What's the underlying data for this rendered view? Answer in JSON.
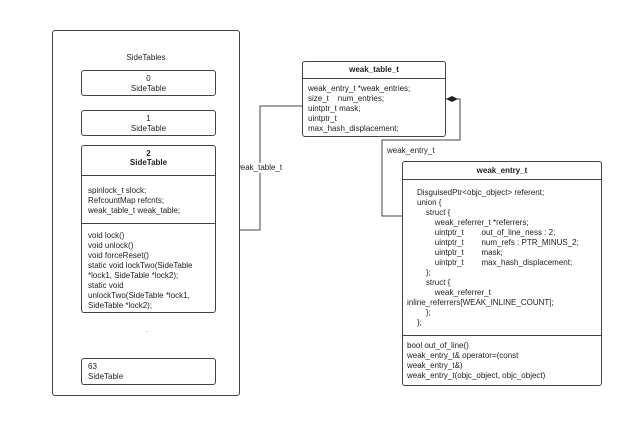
{
  "side_tables": {
    "title": "SideTables",
    "entry0": {
      "index": "0",
      "name": "SideTable"
    },
    "entry1": {
      "index": "1",
      "name": "SideTable"
    },
    "entry2": {
      "header": [
        "2",
        "SideTable"
      ],
      "fields": [
        "spinlock_t slock;",
        "RefcountMap refcnts;",
        "weak_table_t weak_table;"
      ],
      "methods": [
        "void lock()",
        "void unlock()",
        "void forceReset()",
        "static void lockTwo(SideTable",
        "*lock1, SideTable *lock2);",
        "static void",
        "unlockTwo(SideTable *lock1,",
        "SideTable *lock2);"
      ]
    },
    "ellipsis": ".",
    "entry63": {
      "index": "63",
      "name": "SideTable"
    }
  },
  "weak_table_t": {
    "title": "weak_table_t",
    "fields": [
      "weak_entry_t *weak_entries;",
      "size_t    num_entries;",
      "uintptr_t mask;",
      "uintptr_t",
      "max_hash_displacement;"
    ]
  },
  "weak_entry_t": {
    "title": "weak_entry_t",
    "fields": [
      "DisguisedPtr<objc_object> referent;",
      "union {",
      "    struct {",
      "        weak_referrer_t *referrers;",
      "        uintptr_t        out_of_line_ness : 2;",
      "        uintptr_t        num_refs : PTR_MINUS_2;",
      "        uintptr_t        mask;",
      "        uintptr_t        max_hash_displacement;",
      "    };",
      "    struct {",
      "        weak_referrer_t",
      "inline_referrers[WEAK_INLINE_COUNT];",
      "    };",
      "};"
    ],
    "methods": [
      "bool out_of_line()",
      "weak_entry_t& operator=(const",
      "weak_entry_t&)",
      "weak_entry_t(objc_object, objc_object)"
    ]
  },
  "edges": {
    "sidetable_to_weak_table": "weak_table_t",
    "weak_table_to_weak_entry": "weak_entry_t"
  }
}
